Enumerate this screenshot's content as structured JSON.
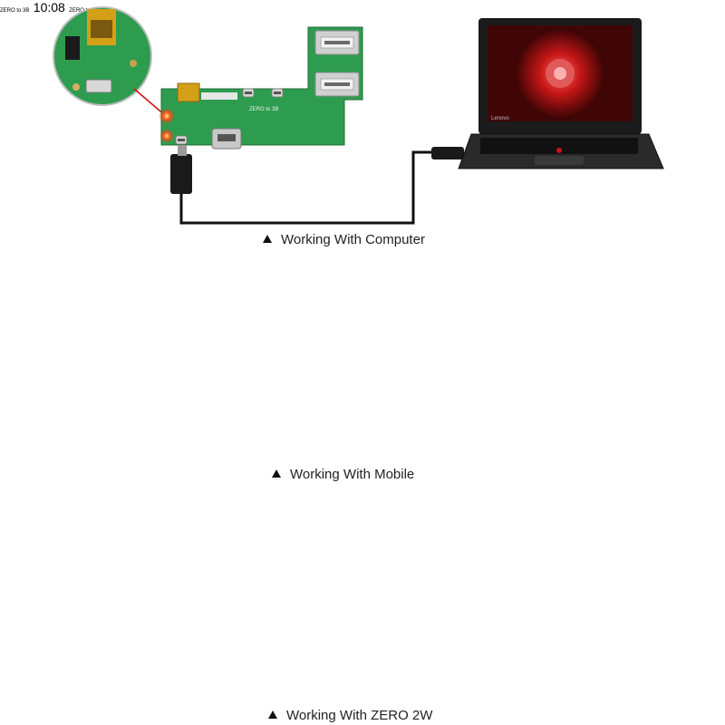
{
  "captions": {
    "computer": "Working With Computer",
    "mobile": "Working With Mobile",
    "zero2w": "Working With ZERO 2W"
  },
  "board_label": "ZERO to 3B",
  "phone": {
    "time": "10:08"
  },
  "laptop": {
    "brand": "Lenovo"
  },
  "icons": [
    "triangle-up-icon",
    "lightning-icon"
  ],
  "colors": {
    "pcb": "#2e9c4f",
    "usb_metal": "#c8c8c8",
    "cable": "#111111",
    "led_red": "#ff2a1a",
    "led_orange": "#ffa020",
    "screen_red": "#c01818"
  }
}
